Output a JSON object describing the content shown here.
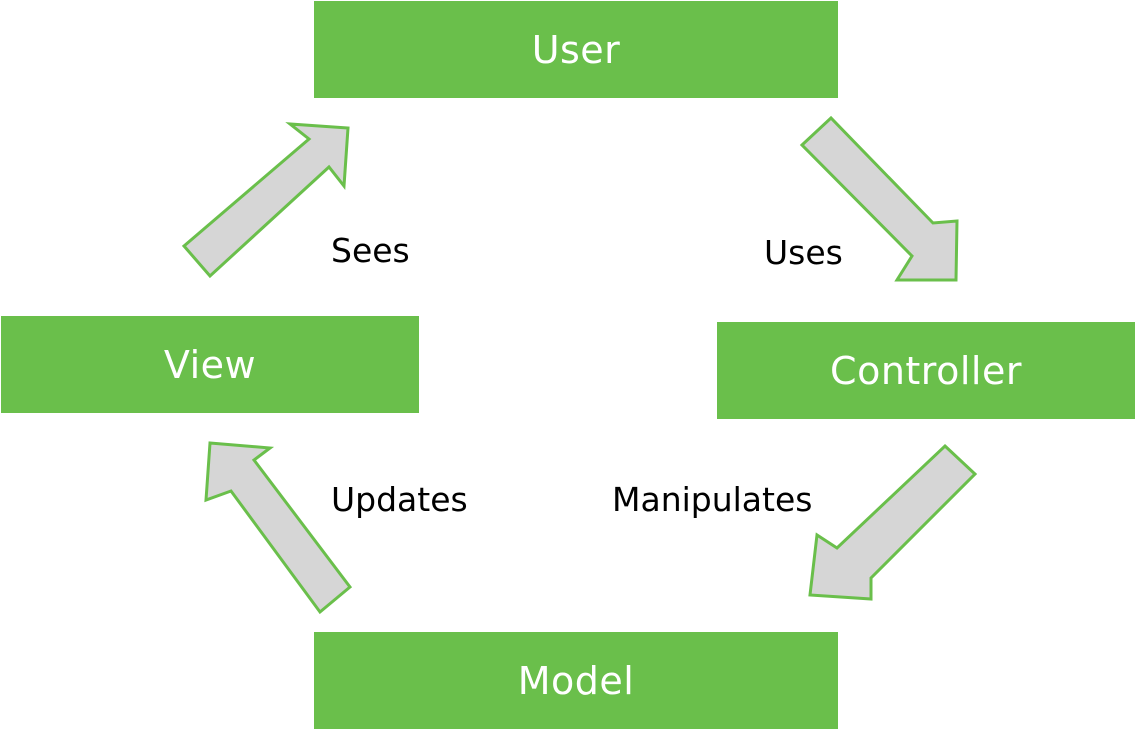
{
  "nodes": {
    "user": "User",
    "view": "View",
    "controller": "Controller",
    "model": "Model"
  },
  "edges": {
    "view_to_user": "Sees",
    "user_to_controller": "Uses",
    "controller_to_model": "Manipulates",
    "model_to_view": "Updates"
  },
  "colors": {
    "box_fill": "#6abf4b",
    "box_text": "#ffffff",
    "arrow_fill": "#d6d6d6",
    "arrow_stroke": "#6abf4b"
  }
}
